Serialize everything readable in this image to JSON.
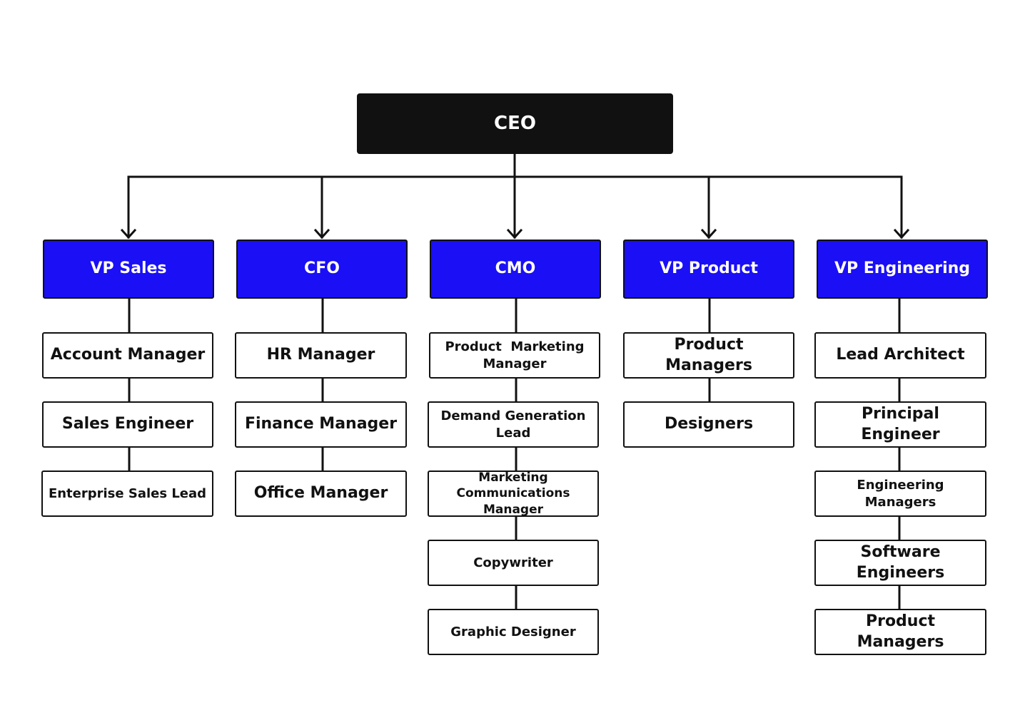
{
  "colors": {
    "ceo_fill": "#111111",
    "vp_fill": "#1a0ff5",
    "role_fill": "#ffffff",
    "line": "#111111"
  },
  "ceo": {
    "label": "CEO"
  },
  "departments": [
    {
      "head": "VP Sales",
      "roles": [
        "Account Manager",
        "Sales Engineer",
        "Enterprise Sales Lead"
      ]
    },
    {
      "head": "CFO",
      "roles": [
        "HR Manager",
        "Finance Manager",
        "Office Manager"
      ]
    },
    {
      "head": "CMO",
      "roles": [
        "Product  Marketing Manager",
        "Demand Generation Lead",
        "Marketing Communications Manager",
        "Copywriter",
        "Graphic Designer"
      ]
    },
    {
      "head": "VP Product",
      "roles": [
        "Product Managers",
        "Designers"
      ]
    },
    {
      "head": "VP Engineering",
      "roles": [
        "Lead Architect",
        "Principal Engineer",
        "Engineering Managers",
        "Software Engineers",
        "Product Managers"
      ]
    }
  ]
}
